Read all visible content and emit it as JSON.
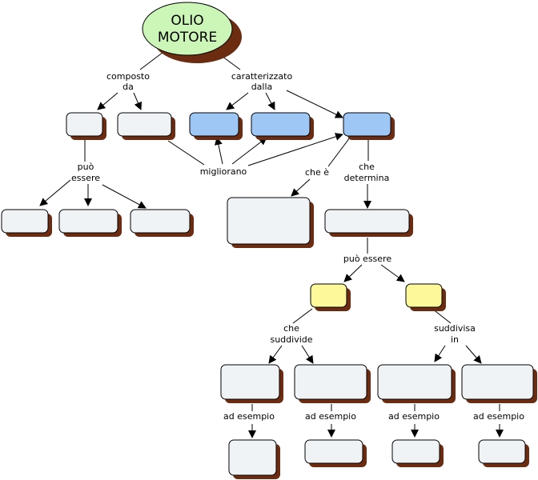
{
  "central_node": {
    "line1": "OLIO",
    "line2": "MOTORE"
  },
  "links": {
    "composto": [
      "composto",
      "da"
    ],
    "caratterizzato": [
      "caratterizzato",
      "dalla"
    ],
    "puo_essere_left": [
      "può",
      "essere"
    ],
    "migliorano": [
      "migliorano"
    ],
    "che_e": [
      "che è"
    ],
    "che_determina": [
      "che",
      "determina"
    ],
    "puo_essere_mid": [
      "può essere"
    ],
    "che_suddivide": [
      "che",
      "suddivide"
    ],
    "suddivisa_in": [
      "suddivisa",
      "in"
    ],
    "ad_esempio_1": [
      "ad esempio"
    ],
    "ad_esempio_2": [
      "ad esempio"
    ],
    "ad_esempio_3": [
      "ad esempio"
    ],
    "ad_esempio_4": [
      "ad esempio"
    ]
  },
  "colors": {
    "central_fill": "#ccf5b8",
    "gray_fill": "#eff3f6",
    "blue_fill": "#9fc7f6",
    "yellow_fill": "#fdf99b",
    "shadow": "#6b2c12",
    "line": "#000000"
  }
}
